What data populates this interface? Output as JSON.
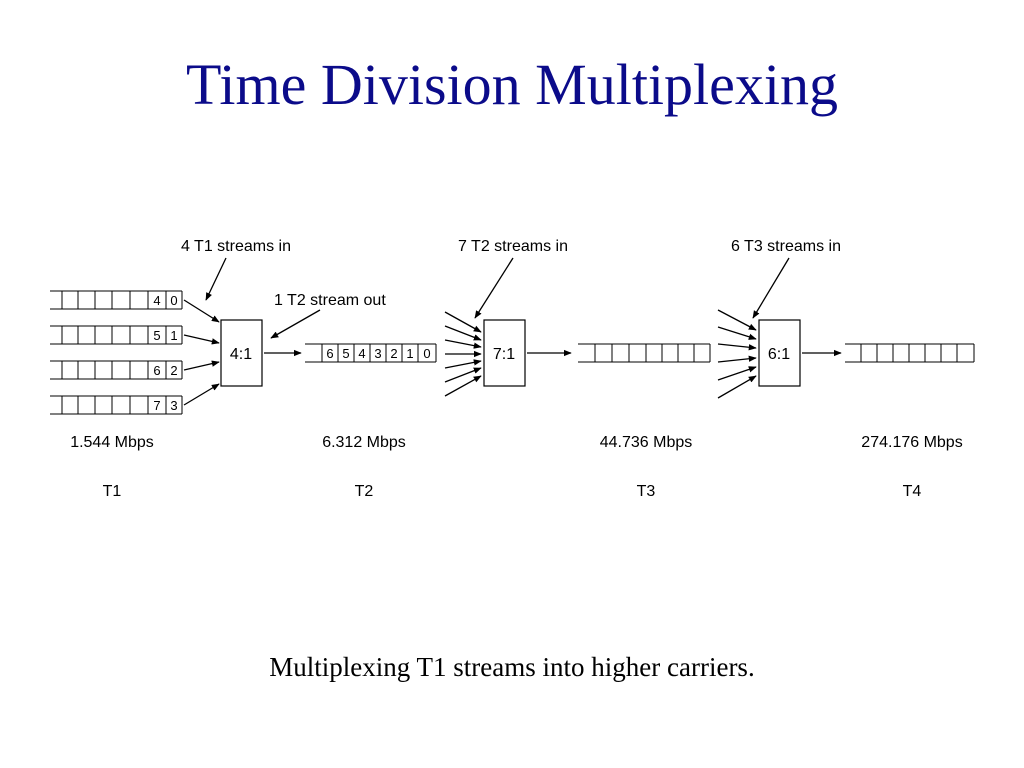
{
  "slide": {
    "title": "Time Division Multiplexing",
    "caption": "Multiplexing T1 streams into higher carriers."
  },
  "diagram": {
    "annotations": {
      "t1_in": "4 T1 streams in",
      "t2_out": "1 T2 stream out",
      "t2_in": "7 T2 streams in",
      "t3_in": "6 T3 streams in"
    },
    "multiplexers": [
      "4:1",
      "7:1",
      "6:1"
    ],
    "t1_streams": [
      [
        "4",
        "0"
      ],
      [
        "5",
        "1"
      ],
      [
        "6",
        "2"
      ],
      [
        "7",
        "3"
      ]
    ],
    "t2_stream": [
      "6",
      "5",
      "4",
      "3",
      "2",
      "1",
      "0"
    ],
    "rates": [
      "1.544 Mbps",
      "6.312 Mbps",
      "44.736 Mbps",
      "274.176 Mbps"
    ],
    "carriers": [
      "T1",
      "T2",
      "T3",
      "T4"
    ]
  }
}
